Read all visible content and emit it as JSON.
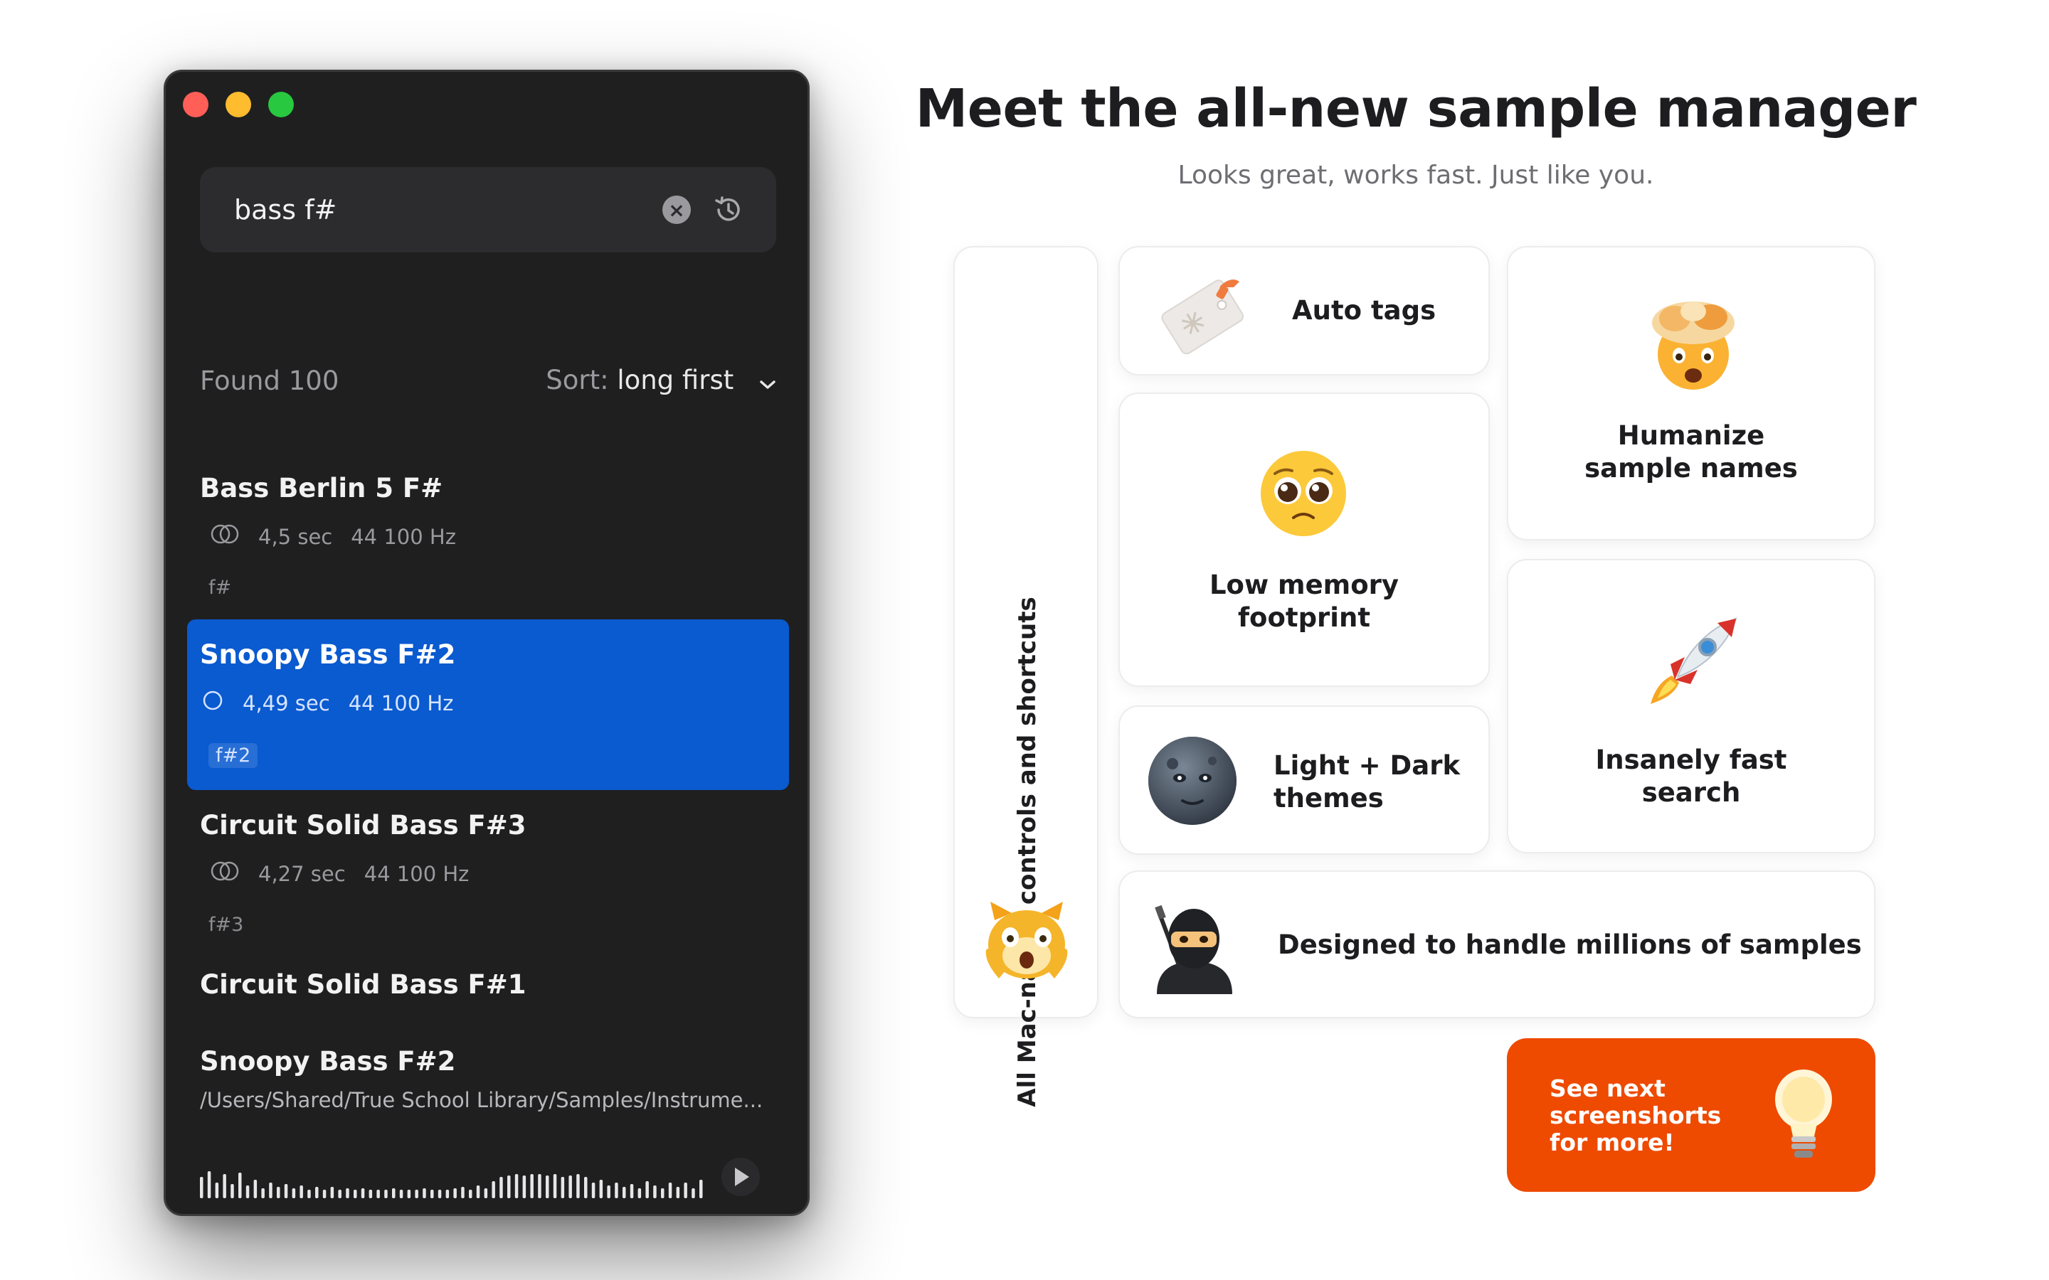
{
  "app": {
    "search": {
      "query": "bass f#"
    },
    "results": {
      "found_label": "Found 100",
      "sort_label": "Sort:",
      "sort_value": "long first"
    },
    "items": [
      {
        "title": "Bass Berlin 5 F#",
        "duration": "4,5 sec",
        "rate": "44 100 Hz",
        "tag": "f#"
      },
      {
        "title": "Snoopy Bass F#2",
        "duration": "4,49 sec",
        "rate": "44 100 Hz",
        "tag": "f#2"
      },
      {
        "title": "Circuit Solid Bass F#3",
        "duration": "4,27 sec",
        "rate": "44 100 Hz",
        "tag": "f#3"
      },
      {
        "title": "Circuit Solid Bass F#1"
      },
      {
        "title": "Snoopy Bass F#2",
        "path": "/Users/Shared/True School Library/Samples/Instrume..."
      }
    ]
  },
  "hero": {
    "headline": "Meet the all-new sample manager",
    "subhead": "Looks great, works fast. Just like you."
  },
  "features": {
    "vertical": "All Mac-native controls and shortcuts",
    "auto_tags": "Auto tags",
    "humanize_1": "Humanize",
    "humanize_2": "sample names",
    "low_memory_1": "Low memory",
    "low_memory_2": "footprint",
    "themes_1": "Light + Dark",
    "themes_2": "themes",
    "fast_1": "Insanely fast",
    "fast_2": "search",
    "millions": "Designed to handle millions of samples"
  },
  "cta": {
    "line1": "See next",
    "line2": "screenshorts",
    "line3": "for more!"
  },
  "colors": {
    "accent_blue": "#0a5ad0",
    "cta_orange": "#ee4a00",
    "window_bg": "#1f1f20"
  },
  "icons": [
    "tag-icon",
    "exploding-head-emoji",
    "pleading-face-emoji",
    "moon-face-emoji",
    "rocket-emoji",
    "cat-emoji",
    "ninja-emoji",
    "lightbulb-emoji"
  ]
}
